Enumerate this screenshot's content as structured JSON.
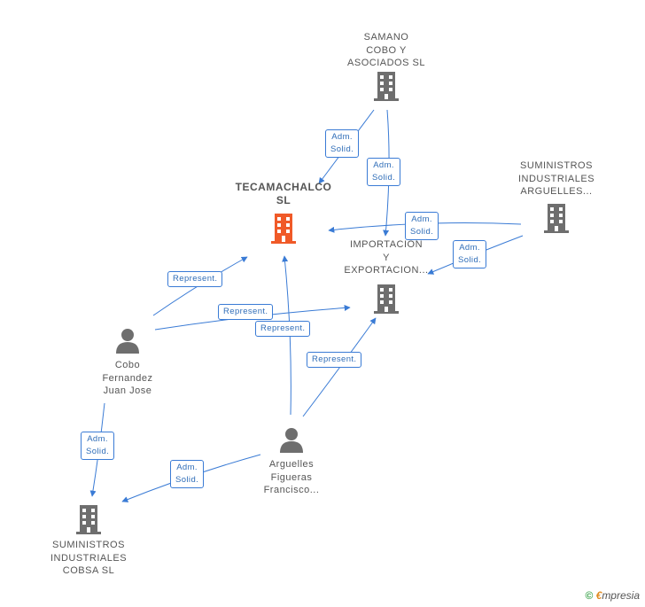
{
  "nodes": {
    "samano": {
      "label_lines": [
        "SAMANO",
        "COBO Y",
        "ASOCIADOS SL"
      ]
    },
    "tecamachalco": {
      "label_lines": [
        "TECAMACHALCO",
        "SL"
      ]
    },
    "suministros_arguelles": {
      "label_lines": [
        "SUMINISTROS",
        "INDUSTRIALES",
        "ARGUELLES..."
      ]
    },
    "importacion": {
      "label_lines": [
        "IMPORTACION",
        "Y",
        "EXPORTACION..."
      ]
    },
    "cobo": {
      "label_lines": [
        "Cobo",
        "Fernandez",
        "Juan Jose"
      ]
    },
    "arguelles_person": {
      "label_lines": [
        "Arguelles",
        "Figueras",
        "Francisco..."
      ]
    },
    "suministros_cobsa": {
      "label_lines": [
        "SUMINISTROS",
        "INDUSTRIALES",
        "COBSA SL"
      ]
    }
  },
  "edge_labels": {
    "adm_solid": [
      "Adm.",
      "Solid."
    ],
    "represent": "Represent."
  },
  "colors": {
    "main_company": "#f05a28",
    "company": "#6e6e6e",
    "person": "#6e6e6e",
    "edge": "#3a7bd5"
  },
  "footer": {
    "copyright": "©",
    "brand_initial": "€",
    "brand_rest": "mpresia"
  }
}
